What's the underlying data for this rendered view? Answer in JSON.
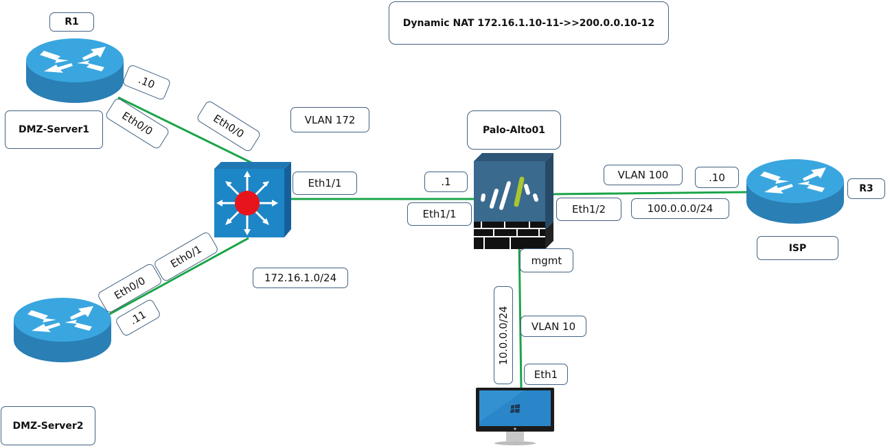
{
  "title": "Dynamic NAT 172.16.1.10-11->>200.0.0.10-12",
  "colors": {
    "link": "#1aa548",
    "device_blue": "#2e8cc6",
    "firewall": "#3a6689",
    "border": "#41607f"
  },
  "devices": {
    "r1": {
      "name": "R1",
      "role": "DMZ-Server1",
      "icon": "router-icon"
    },
    "dmz2": {
      "role": "DMZ-Server2",
      "icon": "router-icon"
    },
    "switch": {
      "icon": "layer3-switch-icon"
    },
    "firewall": {
      "name": "Palo-Alto01",
      "icon": "palo-alto-firewall-icon"
    },
    "r3": {
      "name": "R3",
      "role": "ISP",
      "icon": "router-icon"
    },
    "pc": {
      "icon": "windows-pc-monitor-icon"
    }
  },
  "labels": {
    "r1_ip": ".10",
    "r1_iface": "Eth0/0",
    "sw_iface_r1": "Eth0/0",
    "vlan172": "VLAN 172",
    "sw_iface_fw": "Eth1/1",
    "fw_ip": ".1",
    "fw_iface_sw": "Eth1/1",
    "sw_iface_dmz2": "Eth0/1",
    "dmz2_iface": "Eth0/0",
    "dmz2_ip": ".11",
    "subnet172": "172.16.1.0/24",
    "vlan100": "VLAN 100",
    "r3_ip": ".10",
    "fw_iface_isp": "Eth1/2",
    "subnet100": "100.0.0.0/24",
    "mgmt": "mgmt",
    "subnet10": "10.0.0.0/24",
    "vlan10": "VLAN 10",
    "pc_iface": "Eth1"
  }
}
